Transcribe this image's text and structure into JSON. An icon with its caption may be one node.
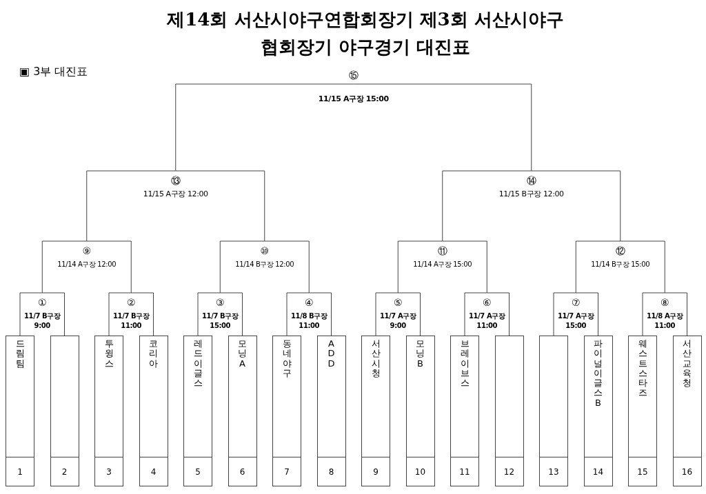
{
  "diagram": {
    "title": "제14회 서산시야구연합회장기 제3회 서산시야구협회장기 야구경기 대진표",
    "nodes": [
      {
        "text": [
          "드림팀",
          "1"
        ]
      },
      {
        "text": [
          "2"
        ]
      },
      {
        "text": [
          "투윙스",
          "3"
        ]
      },
      {
        "text": [
          "코리아",
          "4"
        ]
      },
      {
        "text": [
          "레드이글스",
          "5"
        ]
      },
      {
        "text": [
          "모닝A",
          "6"
        ]
      },
      {
        "text": [
          "동네야구",
          "7"
        ]
      },
      {
        "text": [
          "ADD",
          "8"
        ]
      },
      {
        "text": [
          "서산시청",
          "9"
        ]
      },
      {
        "text": [
          "모닝B",
          "10"
        ]
      },
      {
        "text": [
          "브레이브스",
          "11"
        ]
      },
      {
        "text": [
          "12"
        ]
      },
      {
        "text": [
          "13"
        ]
      },
      {
        "text": [
          "파이널이글스B",
          "14"
        ]
      },
      {
        "text": [
          "웨스트스타즈",
          "15"
        ]
      },
      {
        "text": [
          "서산교육청",
          "16"
        ]
      },
      {
        "text": [
          "①",
          "11/7 B구장 9:00"
        ]
      },
      {
        "text": [
          "②",
          "11/7 B구장 11:00"
        ]
      },
      {
        "text": [
          "③",
          "11/7 B구장 15:00"
        ]
      },
      {
        "text": [
          "④",
          "11/8 B구장 11:00"
        ]
      },
      {
        "text": [
          "⑤",
          "11/7 A구장 9:00"
        ]
      },
      {
        "text": [
          "⑥",
          "11/7 A구장 11:00"
        ]
      },
      {
        "text": [
          "⑦",
          "11/7 A구장 15:00"
        ]
      },
      {
        "text": [
          "⑧",
          "11/8 A구장 11:00"
        ]
      },
      {
        "text": [
          "⑨",
          "11/14 A구장 12:00"
        ]
      },
      {
        "text": [
          "⑩",
          "11/14 B구장 12:00"
        ]
      },
      {
        "text": [
          "⑪",
          "11/14 A구장 15:00"
        ]
      },
      {
        "text": [
          "⑫",
          "11/14 B구장 15:00"
        ]
      },
      {
        "text": [
          "⑬",
          "11/15 A구장 12:00"
        ]
      },
      {
        "text": [
          "⑭",
          "11/15 B구장 12:00"
        ]
      },
      {
        "text": [
          "11/15 A구장 15:00"
        ],
        "beside": [
          "⑮"
        ]
      }
    ],
    "edges": [
      {
        "from": 0,
        "to": 16,
        "arrow": "none"
      },
      {
        "from": 1,
        "to": 16,
        "arrow": "none"
      },
      {
        "from": 2,
        "to": 17,
        "arrow": "none"
      },
      {
        "from": 3,
        "to": 17,
        "arrow": "none"
      },
      {
        "from": 4,
        "to": 18,
        "arrow": "none"
      },
      {
        "from": 5,
        "to": 18,
        "arrow": "none"
      },
      {
        "from": 6,
        "to": 19,
        "arrow": "none"
      },
      {
        "from": 7,
        "to": 19,
        "arrow": "none"
      },
      {
        "from": 8,
        "to": 20,
        "arrow": "none"
      },
      {
        "from": 9,
        "to": 20,
        "arrow": "none"
      },
      {
        "from": 10,
        "to": 21,
        "arrow": "none"
      },
      {
        "from": 11,
        "to": 21,
        "arrow": "none"
      },
      {
        "from": 12,
        "to": 22,
        "arrow": "none"
      },
      {
        "from": 13,
        "to": 22,
        "arrow": "none"
      },
      {
        "from": 14,
        "to": 23,
        "arrow": "none"
      },
      {
        "from": 15,
        "to": 23,
        "arrow": "none"
      },
      {
        "from": 16,
        "to": 24,
        "arrow": "none"
      },
      {
        "from": 17,
        "to": 24,
        "arrow": "none"
      },
      {
        "from": 18,
        "to": 25,
        "arrow": "none"
      },
      {
        "from": 19,
        "to": 25,
        "arrow": "none"
      },
      {
        "from": 20,
        "to": 26,
        "arrow": "none"
      },
      {
        "from": 21,
        "to": 26,
        "arrow": "none"
      },
      {
        "from": 22,
        "to": 27,
        "arrow": "none"
      },
      {
        "from": 23,
        "to": 27,
        "arrow": "none"
      },
      {
        "from": 24,
        "to": 28,
        "arrow": "none"
      },
      {
        "from": 25,
        "to": 28,
        "arrow": "none"
      },
      {
        "from": 26,
        "to": 29,
        "arrow": "none"
      },
      {
        "from": 27,
        "to": 29,
        "arrow": "none"
      },
      {
        "from": 28,
        "to": 30,
        "arrow": "none"
      },
      {
        "from": 29,
        "to": 30,
        "arrow": "none"
      }
    ],
    "labels": [
      "▣ 3부 대진표"
    ]
  }
}
